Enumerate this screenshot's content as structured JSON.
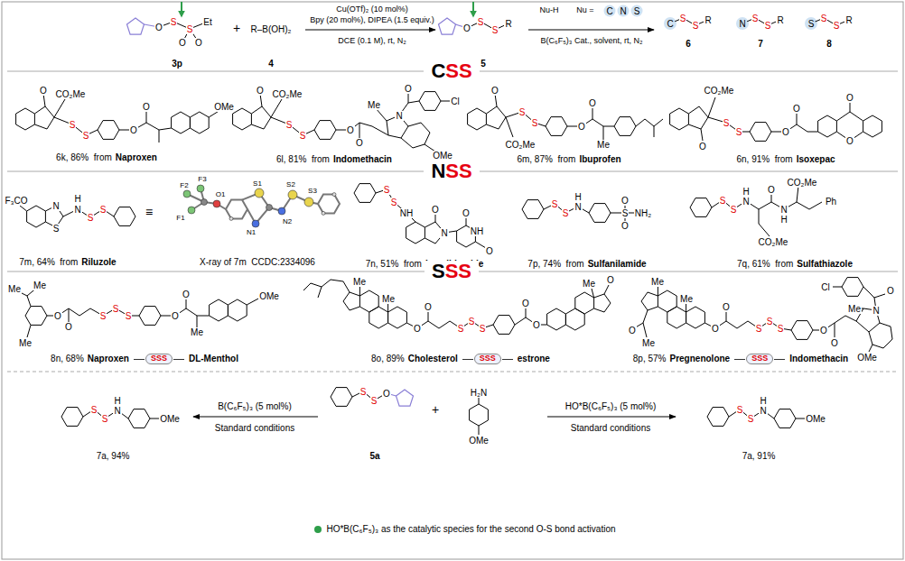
{
  "diagram": {
    "labels": [
      "O",
      "S",
      "S",
      "O",
      "O",
      "Et",
      "3p",
      "+",
      "R–B(OH)₂",
      "4",
      "Cu(OTf)₂ (10 mol%)",
      "Bpy (20 mol%), DIPEA (1.5 equiv.)",
      "DCE (0.1 M), rt, N₂",
      "O",
      "S",
      "S",
      "R",
      "5",
      "Nu-H",
      "Nu =",
      "C",
      "N",
      "S",
      "B(C₆F₅)₃ Cat., solvent, rt, N₂",
      "C",
      "S",
      "S",
      "R",
      "6",
      "N",
      "S",
      "S",
      "R",
      "7",
      "S",
      "S",
      "S",
      "R",
      "8",
      "C",
      "SS",
      "O",
      "CO₂Me",
      "S",
      "S",
      "O",
      "O",
      "OMe",
      "6k, 86%  from",
      "Naproxen",
      "O",
      "CO₂Me",
      "S",
      "S",
      "O",
      "O",
      "N",
      "Me",
      "OMe",
      "Cl",
      "O",
      "6l, 81%  from",
      "Indomethacin",
      "O",
      "CO₂Me",
      "S",
      "S",
      "O",
      "O",
      "Me",
      "6m, 87%  from",
      "Ibuprofen",
      "CO₂Me",
      "O",
      "S",
      "S",
      "O",
      "O",
      "O",
      "O",
      "6n, 91%  from",
      "Isoxepac",
      "N",
      "SS",
      "F₃CO",
      "S",
      "N",
      "H",
      "N",
      "S",
      "S",
      "7m, 64%  from",
      "Riluzole",
      "≡",
      "F2",
      "F3",
      "O1",
      "F1",
      "S1",
      "N1",
      "N2",
      "S2",
      "S3",
      "X-ray of 7m  CCDC:2334096",
      "S",
      "S",
      "NH",
      "O",
      "N",
      "O",
      "NH",
      "O",
      "7n, 51%  from",
      "Lenalidomide",
      "S",
      "S",
      "H",
      "N",
      "S",
      "O",
      "O",
      "NH₂",
      "7p, 74%  from",
      "Sulfanilamide",
      "S",
      "S",
      "H",
      "N",
      "O",
      "N",
      "H",
      "CO₂Me",
      "Ph",
      "CO₂Me",
      "7q, 61%  from",
      "Sulfathiazole",
      "S",
      "SS",
      "Me",
      "Me",
      "O",
      "O",
      "S",
      "S",
      "S",
      "O",
      "O",
      "Me",
      "OMe",
      "Me",
      "8n, 68%",
      "Naproxen",
      "SSS",
      "DL-Menthol",
      "Me",
      "Me",
      "O",
      "O",
      "S",
      "S",
      "S",
      "O",
      "O",
      "O",
      "Me",
      "8o, 89%",
      "Cholesterol",
      "SSS",
      "estrone",
      "Me",
      "Me",
      "O",
      "O",
      "S",
      "S",
      "S",
      "O",
      "O",
      "Cl",
      "O",
      "N",
      "Me",
      "OMe",
      "O",
      "Me",
      "8p, 57%",
      "Pregnenolone",
      "SSS",
      "Indomethacin",
      "S",
      "S",
      "H",
      "N",
      "OMe",
      "7a, 94%",
      "B(C₆F₅)₃ (5 mol%)",
      "Standard conditions",
      "S",
      "S",
      "O",
      "5a",
      "+",
      "H₂N",
      "OMe",
      "HO*B(C₆F₅)₃ (5 mol%)",
      "Standard conditions",
      "S",
      "S",
      "H",
      "N",
      "OMe",
      "7a, 91%",
      "HO*B(C₆F₅)₃ as the catalytic species for the second O-S bond activation"
    ]
  }
}
